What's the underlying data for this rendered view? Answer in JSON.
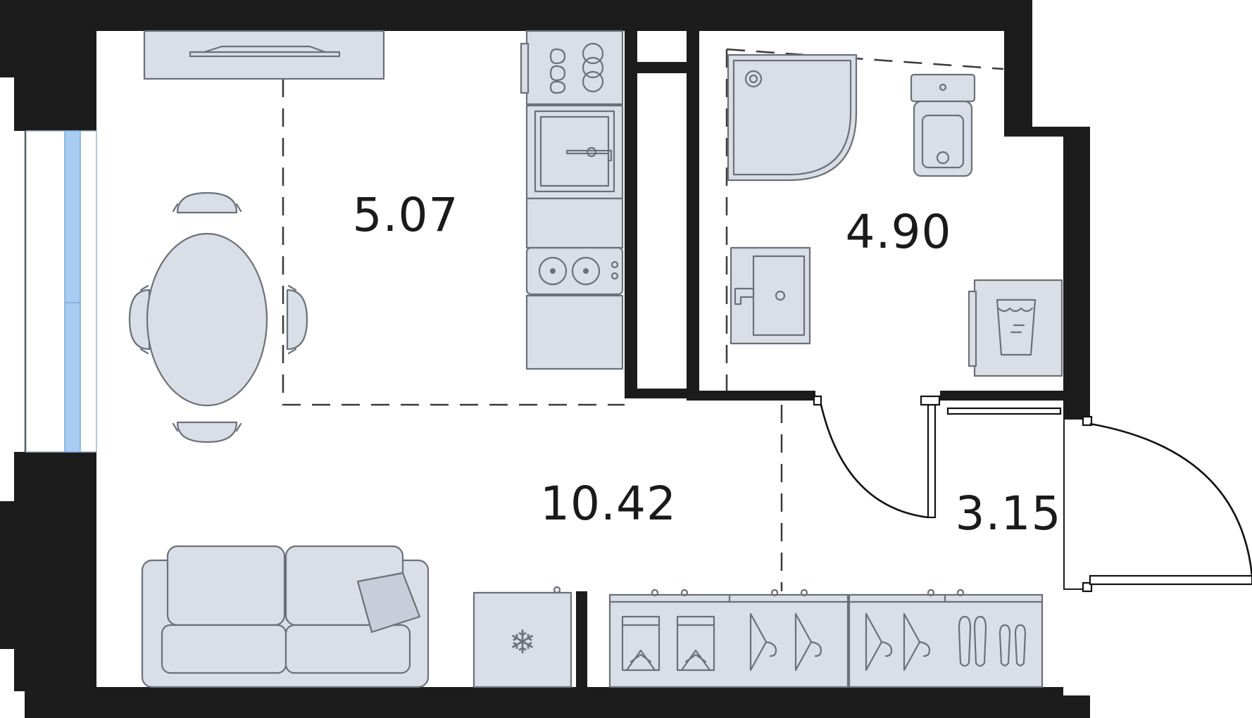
{
  "rooms": {
    "kitchen": {
      "area": "5.07"
    },
    "bathroom": {
      "area": "4.90"
    },
    "living": {
      "area": "10.42"
    },
    "hallway": {
      "area": "3.15"
    }
  },
  "icons": {
    "fridge": "❄"
  },
  "colors": {
    "wall": "#1c1c1c",
    "furniture_fill": "#d9dee7",
    "furniture_stroke": "#6b7079",
    "window_glass": "#a9cdf2"
  }
}
